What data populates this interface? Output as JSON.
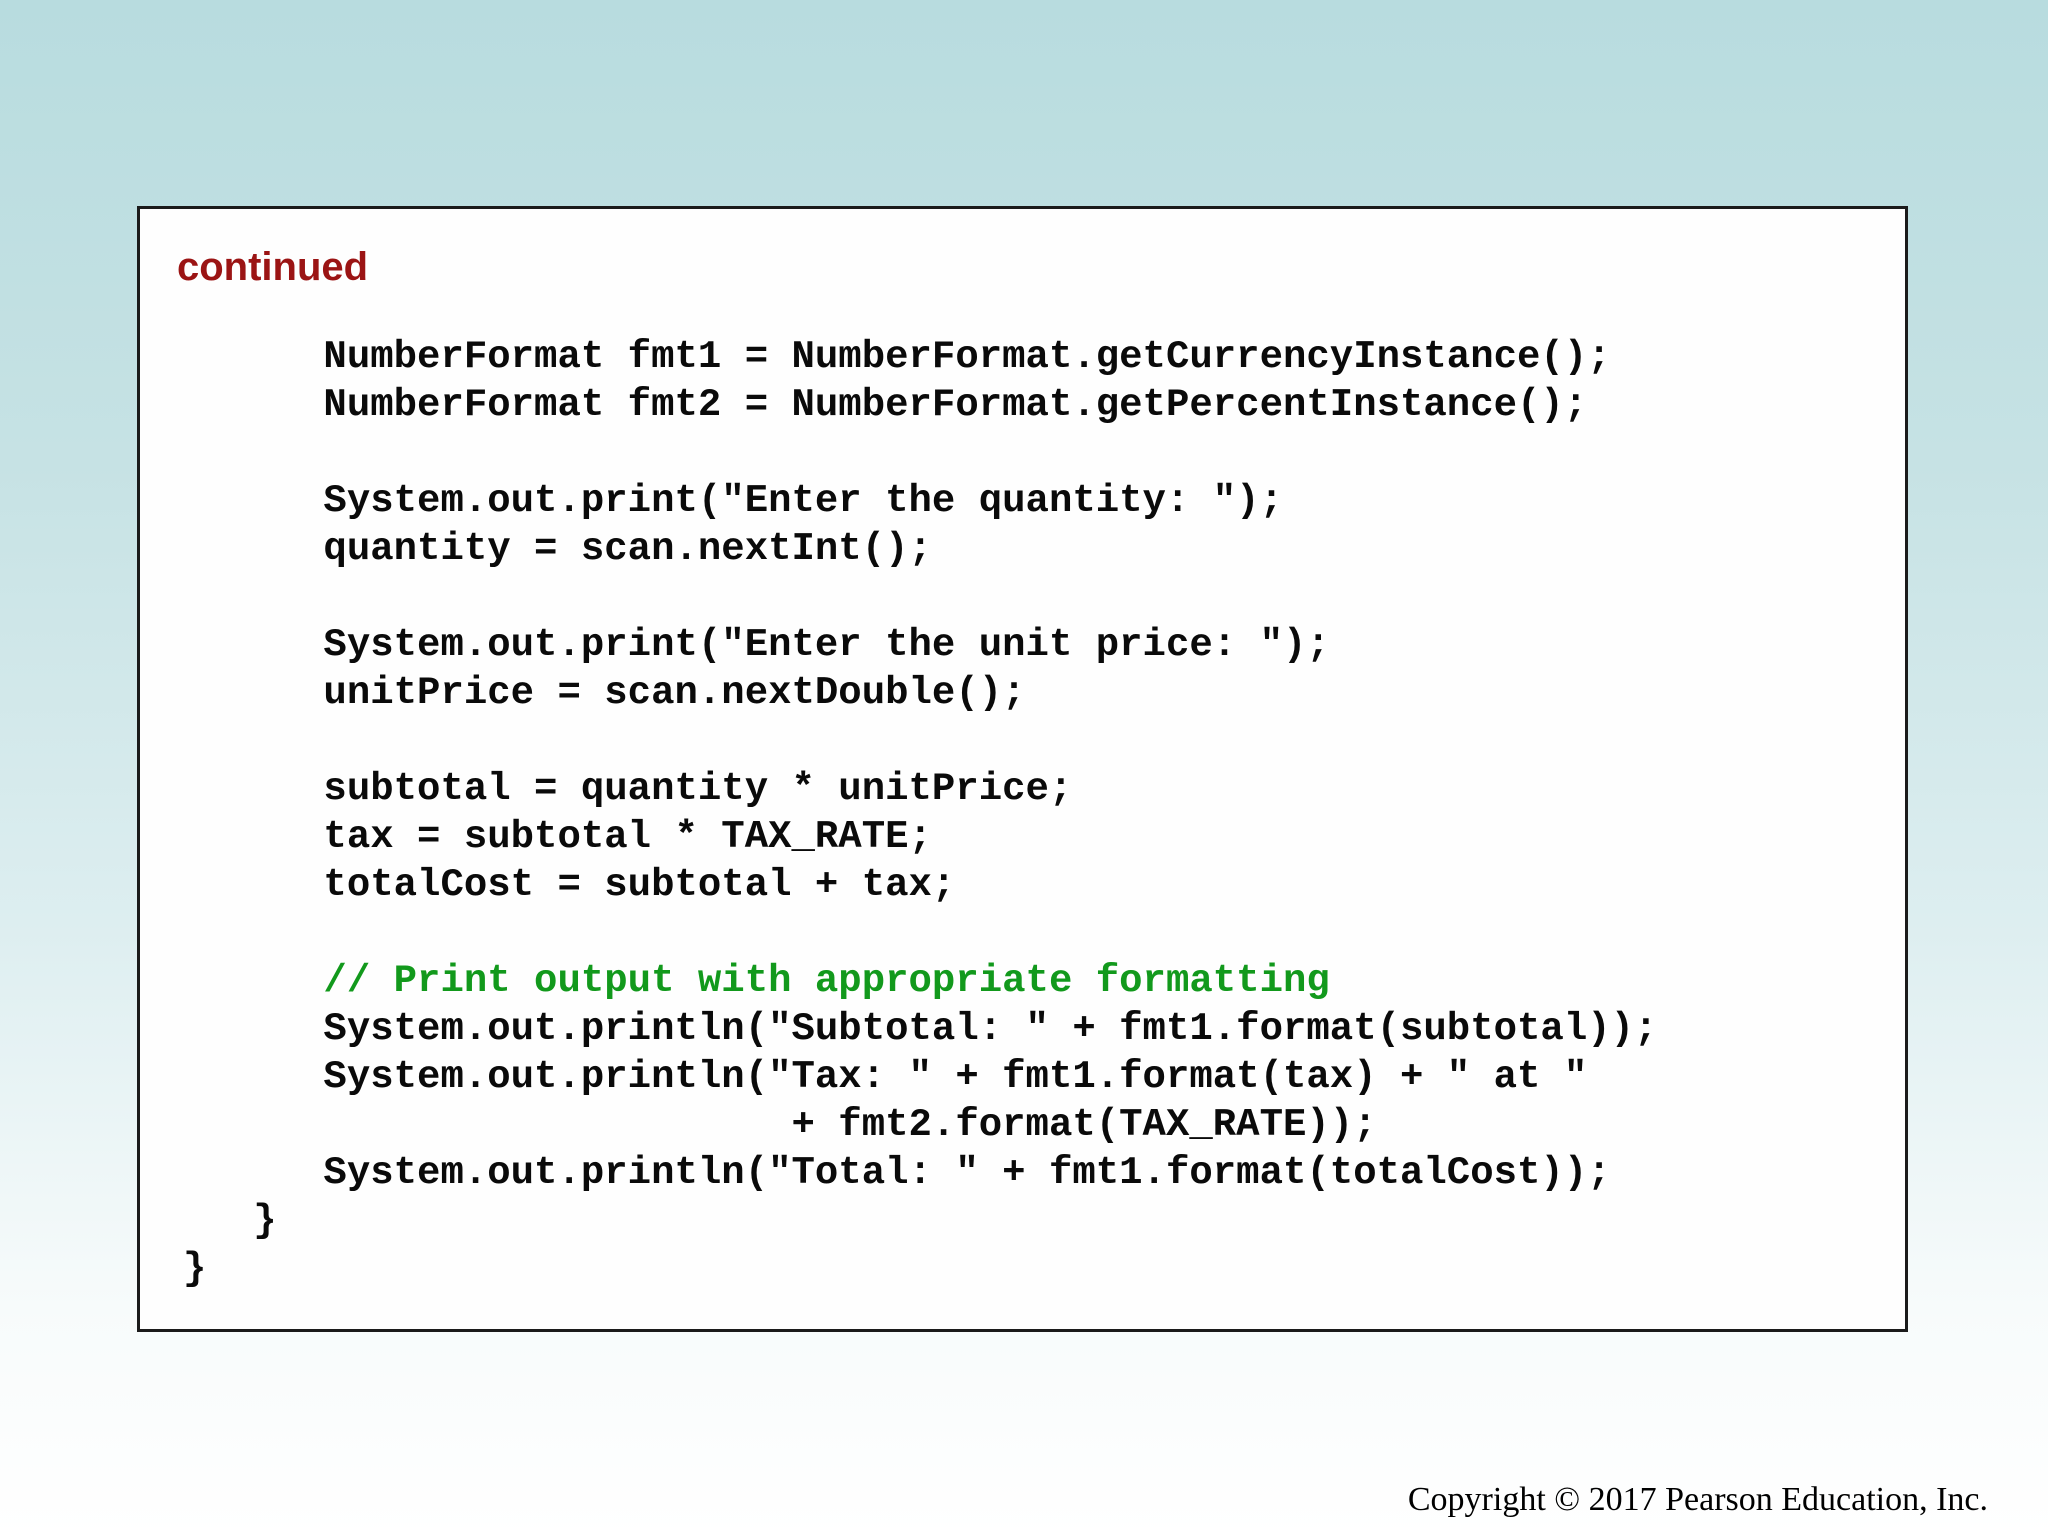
{
  "slide": {
    "heading": "continued",
    "footer": "Copyright © 2017 Pearson Education, Inc."
  },
  "colors": {
    "background_top": "#b8dcdf",
    "background_bottom": "#ffffff",
    "panel_background": "#fefefe",
    "panel_border": "#1b1b1b",
    "heading": "#9b1414",
    "code": "#0a0a0a",
    "comment": "#12991c"
  },
  "code": {
    "lines": [
      {
        "type": "code",
        "text": "      NumberFormat fmt1 = NumberFormat.getCurrencyInstance();"
      },
      {
        "type": "code",
        "text": "      NumberFormat fmt2 = NumberFormat.getPercentInstance();"
      },
      {
        "type": "blank",
        "text": ""
      },
      {
        "type": "code",
        "text": "      System.out.print(\"Enter the quantity: \");"
      },
      {
        "type": "code",
        "text": "      quantity = scan.nextInt();"
      },
      {
        "type": "blank",
        "text": ""
      },
      {
        "type": "code",
        "text": "      System.out.print(\"Enter the unit price: \");"
      },
      {
        "type": "code",
        "text": "      unitPrice = scan.nextDouble();"
      },
      {
        "type": "blank",
        "text": ""
      },
      {
        "type": "code",
        "text": "      subtotal = quantity * unitPrice;"
      },
      {
        "type": "code",
        "text": "      tax = subtotal * TAX_RATE;"
      },
      {
        "type": "code",
        "text": "      totalCost = subtotal + tax;"
      },
      {
        "type": "blank",
        "text": ""
      },
      {
        "type": "comment",
        "text": "      // Print output with appropriate formatting"
      },
      {
        "type": "code",
        "text": "      System.out.println(\"Subtotal: \" + fmt1.format(subtotal));"
      },
      {
        "type": "code",
        "text": "      System.out.println(\"Tax: \" + fmt1.format(tax) + \" at \""
      },
      {
        "type": "code",
        "text": "                          + fmt2.format(TAX_RATE));"
      },
      {
        "type": "code",
        "text": "      System.out.println(\"Total: \" + fmt1.format(totalCost));"
      },
      {
        "type": "code",
        "text": "   }"
      },
      {
        "type": "code",
        "text": "}"
      }
    ]
  }
}
